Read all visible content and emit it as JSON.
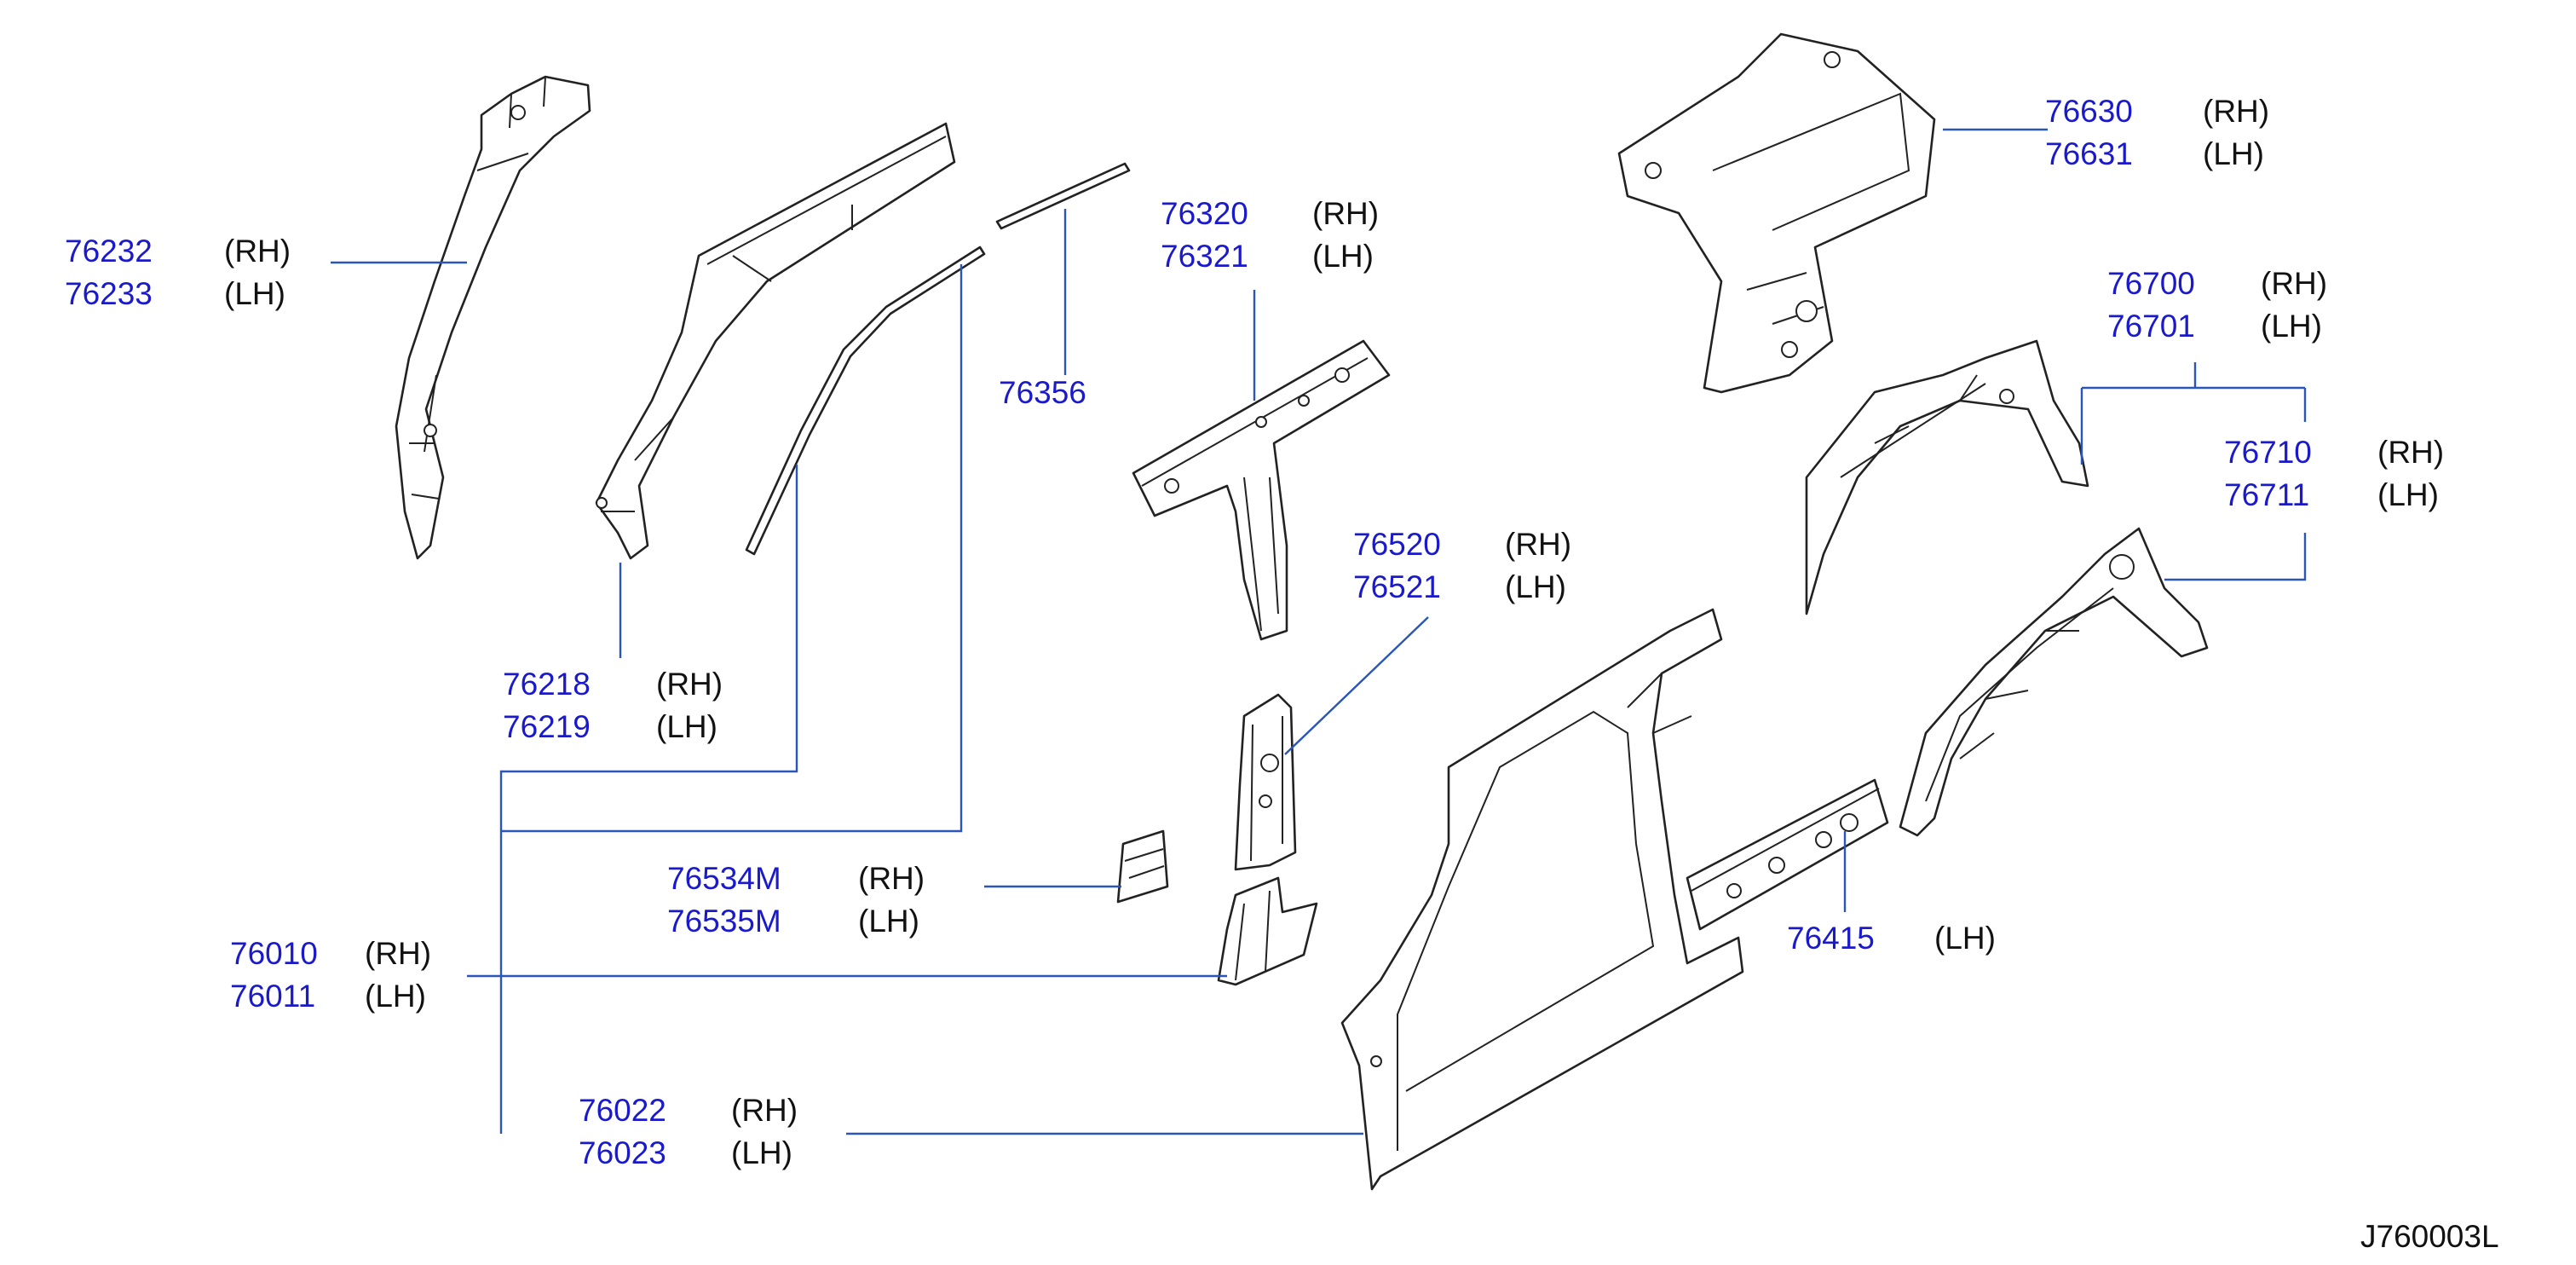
{
  "callouts": [
    {
      "id": "c76232",
      "parts": [
        "76232",
        "76233"
      ],
      "sides": [
        "(RH)",
        "(LH)"
      ]
    },
    {
      "id": "c76218",
      "parts": [
        "76218",
        "76219"
      ],
      "sides": [
        "(RH)",
        "(LH)"
      ]
    },
    {
      "id": "c76356",
      "parts": [
        "76356"
      ],
      "sides": []
    },
    {
      "id": "c76320",
      "parts": [
        "76320",
        "76321"
      ],
      "sides": [
        "(RH)",
        "(LH)"
      ]
    },
    {
      "id": "c76520",
      "parts": [
        "76520",
        "76521"
      ],
      "sides": [
        "(RH)",
        "(LH)"
      ]
    },
    {
      "id": "c76534",
      "parts": [
        "76534M",
        "76535M"
      ],
      "sides": [
        "(RH)",
        "(LH)"
      ]
    },
    {
      "id": "c76010",
      "parts": [
        "76010",
        "76011"
      ],
      "sides": [
        "(RH)",
        "(LH)"
      ]
    },
    {
      "id": "c76022",
      "parts": [
        "76022",
        "76023"
      ],
      "sides": [
        "(RH)",
        "(LH)"
      ]
    },
    {
      "id": "c76630",
      "parts": [
        "76630",
        "76631"
      ],
      "sides": [
        "(RH)",
        "(LH)"
      ]
    },
    {
      "id": "c76700",
      "parts": [
        "76700",
        "76701"
      ],
      "sides": [
        "(RH)",
        "(LH)"
      ]
    },
    {
      "id": "c76710",
      "parts": [
        "76710",
        "76711"
      ],
      "sides": [
        "(RH)",
        "(LH)"
      ]
    },
    {
      "id": "c76415",
      "parts": [
        "76415"
      ],
      "sides": [
        "(LH)"
      ]
    }
  ],
  "diagram_code": "J760003L",
  "colors": {
    "part_number": "#1a1acc",
    "side_text": "#111111",
    "leader_line": "#2a56b8",
    "line_art": "#222222"
  }
}
